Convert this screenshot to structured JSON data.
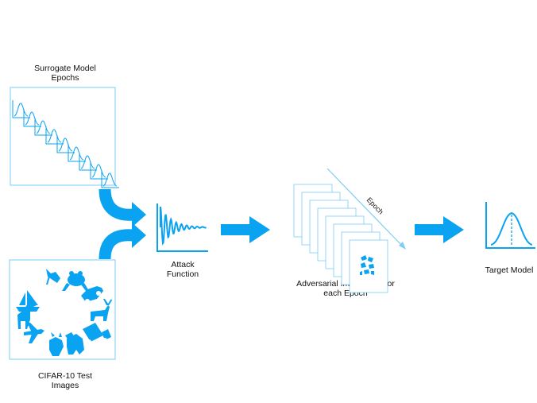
{
  "labels": {
    "surrogate": "Surrogate Model\nEpochs",
    "cifar": "CIFAR-10 Test\nImages",
    "attack": "Attack\nFunction",
    "adversarial": "Adversarial Image Sets for\neach Epoch",
    "target": "Target Model",
    "epoch_axis": "Epoch"
  },
  "icons": {
    "surrogate_plot": "stacked-distribution-curves-icon",
    "cifar_images": "animal-vehicle-silhouettes-icon",
    "attack_function": "damped-oscillation-icon",
    "adversarial_stack": "stacked-image-sheets-icon",
    "target_model": "bell-curve-icon"
  },
  "colors": {
    "accent": "#0aa3f2",
    "light_accent": "#7ccdf5"
  }
}
